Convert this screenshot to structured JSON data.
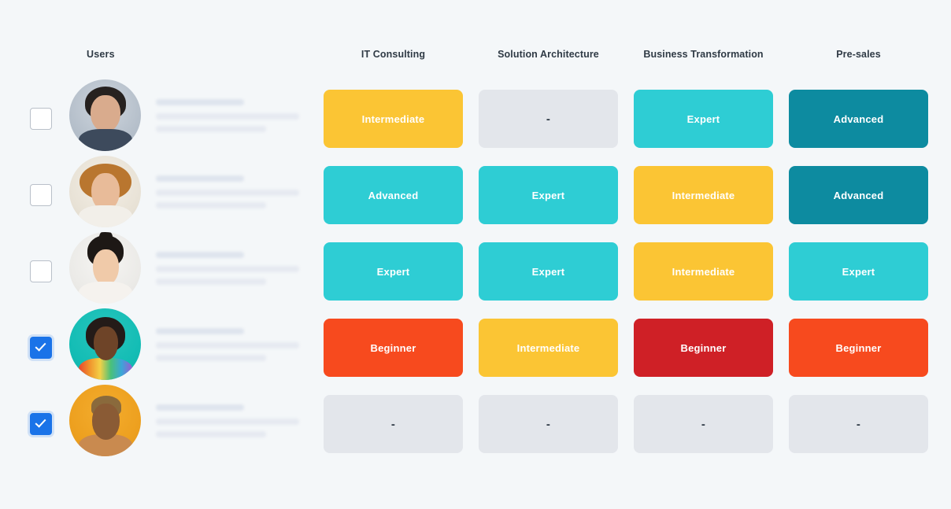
{
  "page": {
    "background_color": "#f4f7f9"
  },
  "header": {
    "users_label": "Users",
    "skill_columns": [
      {
        "label": "IT Consulting"
      },
      {
        "label": "Solution Architecture"
      },
      {
        "label": "Business Transformation"
      },
      {
        "label": "Pre-sales"
      }
    ]
  },
  "legend": {
    "levels": [
      {
        "name": "Expert",
        "color": "#2ecdd4"
      },
      {
        "name": "Advanced",
        "color": "#0d8ba0"
      },
      {
        "name": "Intermediate",
        "color": "#fbc534"
      },
      {
        "name": "Beginner",
        "color": "#f74a1e"
      },
      {
        "name": "None",
        "color": "#e3e6eb"
      }
    ],
    "empty_value": "-",
    "checkbox_accent": "#1a73e8"
  },
  "rows": [
    {
      "selected": false,
      "avatar": "avatar-photo-1",
      "name_redacted": true,
      "cells": [
        {
          "label": "Intermediate",
          "level": "intermediate"
        },
        {
          "label": "-",
          "level": "none"
        },
        {
          "label": "Expert",
          "level": "expert"
        },
        {
          "label": "Advanced",
          "level": "advanced"
        }
      ]
    },
    {
      "selected": false,
      "avatar": "avatar-photo-2",
      "name_redacted": true,
      "cells": [
        {
          "label": "Advanced",
          "level": "advanced-alt"
        },
        {
          "label": "Expert",
          "level": "expert"
        },
        {
          "label": "Intermediate",
          "level": "intermediate"
        },
        {
          "label": "Advanced",
          "level": "advanced"
        }
      ]
    },
    {
      "selected": false,
      "avatar": "avatar-photo-3",
      "name_redacted": true,
      "cells": [
        {
          "label": "Expert",
          "level": "expert"
        },
        {
          "label": "Expert",
          "level": "expert"
        },
        {
          "label": "Intermediate",
          "level": "intermediate"
        },
        {
          "label": "Expert",
          "level": "expert"
        }
      ]
    },
    {
      "selected": true,
      "avatar": "avatar-photo-4",
      "name_redacted": true,
      "cells": [
        {
          "label": "Beginner",
          "level": "beginner"
        },
        {
          "label": "Intermediate",
          "level": "intermediate"
        },
        {
          "label": "Beginner",
          "level": "beginner-alt"
        },
        {
          "label": "Beginner",
          "level": "beginner"
        }
      ]
    },
    {
      "selected": true,
      "avatar": "avatar-photo-5",
      "name_redacted": true,
      "cells": [
        {
          "label": "-",
          "level": "none"
        },
        {
          "label": "-",
          "level": "none"
        },
        {
          "label": "-",
          "level": "none"
        },
        {
          "label": "-",
          "level": "none"
        }
      ]
    }
  ]
}
